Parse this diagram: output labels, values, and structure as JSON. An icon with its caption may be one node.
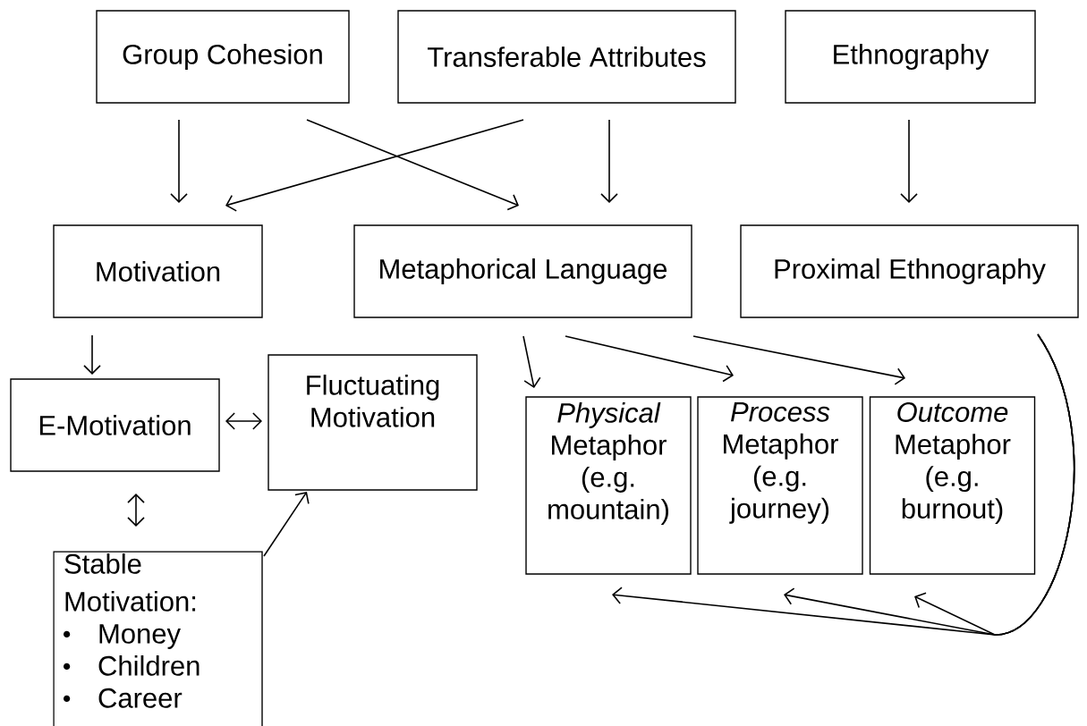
{
  "diagram": {
    "nodes": [
      {
        "text": [
          "Group Cohesion"
        ]
      },
      {
        "text": [
          "Transferable Attributes"
        ]
      },
      {
        "text": [
          "Ethnography"
        ]
      },
      {
        "text": [
          "Motivation"
        ]
      },
      {
        "text": [
          "Metaphorical Language"
        ]
      },
      {
        "text": [
          "Proximal Ethnography"
        ]
      },
      {
        "text": [
          "E-Motivation"
        ]
      },
      {
        "text": [
          "Fluctuating Motivation"
        ]
      },
      {
        "text": [
          "Stable Motivation:",
          "Money",
          "Children",
          "Career"
        ]
      },
      {
        "text": [
          "*Physical* Metaphor (e.g. mountain)"
        ]
      },
      {
        "text": [
          "*Process* Metaphor (e.g. journey)"
        ]
      },
      {
        "text": [
          "*Outcome* Metaphor (e.g. burnout)"
        ]
      }
    ],
    "edges": [
      {
        "from": 0,
        "to": 3,
        "arrow": "to"
      },
      {
        "from": 0,
        "to": 4,
        "arrow": "to"
      },
      {
        "from": 1,
        "to": 3,
        "arrow": "to"
      },
      {
        "from": 1,
        "to": 4,
        "arrow": "to"
      },
      {
        "from": 2,
        "to": 5,
        "arrow": "to"
      },
      {
        "from": 3,
        "to": 6,
        "arrow": "to"
      },
      {
        "from": 6,
        "to": 7,
        "arrow": "both"
      },
      {
        "from": 6,
        "to": 8,
        "arrow": "both"
      },
      {
        "from": 8,
        "to": 7,
        "arrow": "to"
      },
      {
        "from": 4,
        "to": 9,
        "arrow": "to"
      },
      {
        "from": 4,
        "to": 10,
        "arrow": "to"
      },
      {
        "from": 4,
        "to": 11,
        "arrow": "to"
      },
      {
        "from": 5,
        "to": 9,
        "arrow": "to"
      },
      {
        "from": 5,
        "to": 10,
        "arrow": "to"
      },
      {
        "from": 5,
        "to": 11,
        "arrow": "to"
      }
    ]
  }
}
